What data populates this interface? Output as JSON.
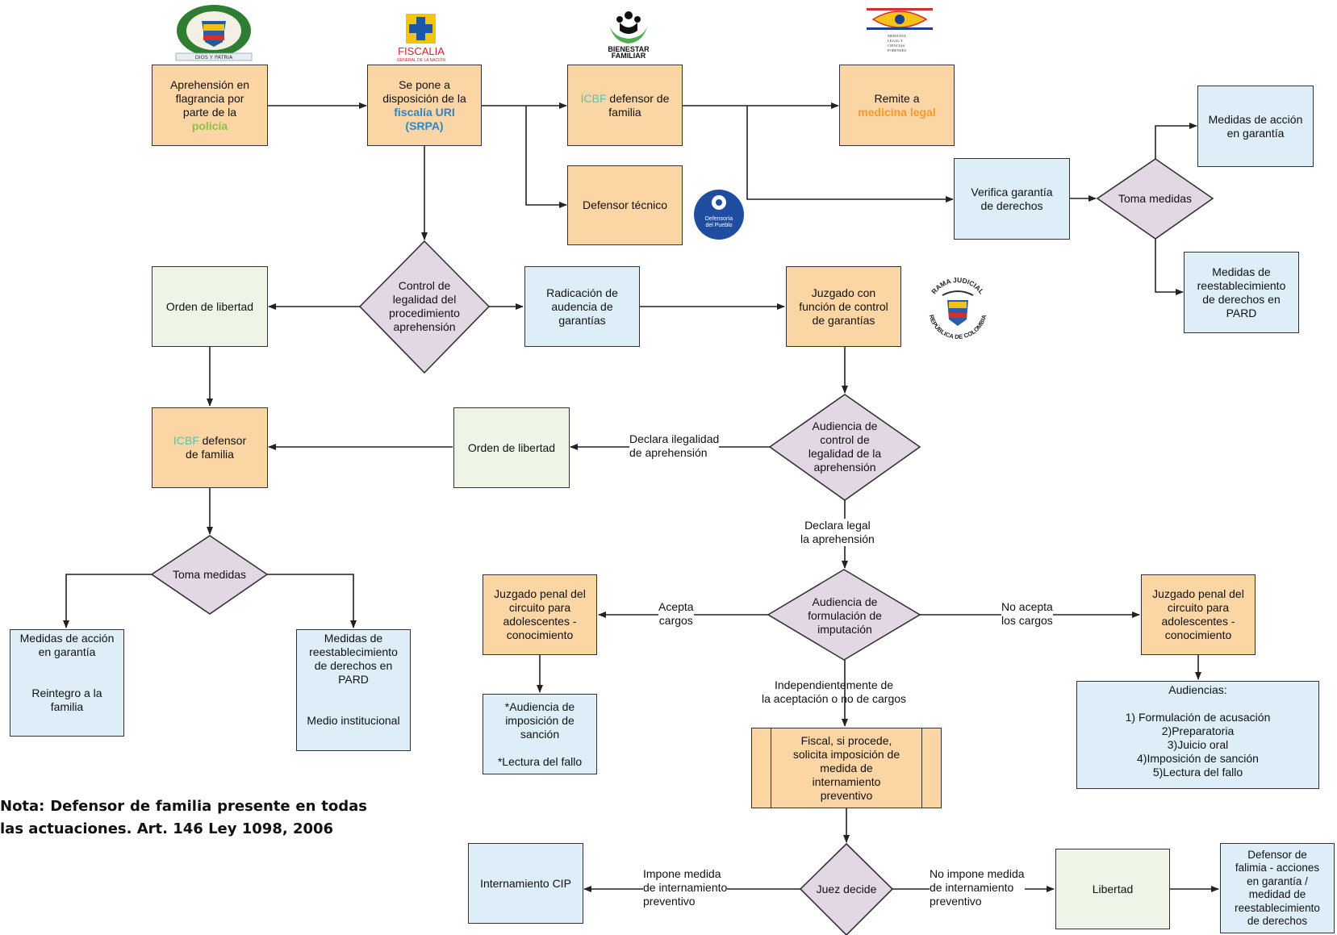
{
  "nodes": {
    "aprehension": {
      "line1": "Aprehensión en",
      "line2": "flagrancia por",
      "line3": "parte de la",
      "highlight": "policía"
    },
    "fiscalia": {
      "line1": "Se pone a",
      "line2": "disposición de la",
      "highlight1": "fiscalía URI",
      "highlight2": "(SRPA)"
    },
    "icbf_top": {
      "prefix": "ICBF",
      "text1": " defensor de",
      "text2": "familia"
    },
    "medicina": {
      "line1": "Remite a",
      "highlight": "medicina legal"
    },
    "defensor_tecnico": {
      "label": "Defensor técnico"
    },
    "verifica": {
      "line1": "Verifica garantía",
      "line2": "de derechos"
    },
    "toma_medidas_top": {
      "label": "Toma medidas"
    },
    "medidas_accion_top": {
      "line1": "Medidas de acción",
      "line2": "en garantía"
    },
    "medidas_reest_top": {
      "line1": "Medidas de",
      "line2": "reestablecimiento",
      "line3": "de derechos en",
      "line4": "PARD"
    },
    "orden_libertad_1": {
      "label": "Orden de libertad"
    },
    "control_legalidad": {
      "line1": "Control de",
      "line2": "legalidad del",
      "line3": "procedimiento",
      "line4": "aprehensión"
    },
    "radicacion": {
      "line1": "Radicación de",
      "line2": "audencia de",
      "line3": "garantías"
    },
    "juzgado_control": {
      "line1": "Juzgado con",
      "line2": "función de control",
      "line3": "de garantías"
    },
    "icbf_left": {
      "prefix": "ICBF",
      "text1": " defensor",
      "text2": "de familia"
    },
    "orden_libertad_2": {
      "label": "Orden de libertad"
    },
    "audiencia_control": {
      "line1": "Audiencia de",
      "line2": "control de",
      "line3": "legalidad de la",
      "line4": "aprehensión"
    },
    "toma_medidas_left": {
      "label": "Toma medidas"
    },
    "medidas_accion_left": {
      "line1": "Medidas de acción",
      "line2": "en garantía",
      "line3": "Reintegro a la",
      "line4": "familia"
    },
    "medidas_reest_left": {
      "line1": "Medidas de",
      "line2": "reestablecimiento",
      "line3": "de derechos en",
      "line4": "PARD",
      "line5": "Medio institucional"
    },
    "juzgado_penal_left": {
      "line1": "Juzgado penal del",
      "line2": "circuito para",
      "line3": "adolescentes -",
      "line4": "conocimiento"
    },
    "audiencia_formulacion": {
      "line1": "Audiencia de",
      "line2": "formulación de",
      "line3": "imputación"
    },
    "juzgado_penal_right": {
      "line1": "Juzgado penal del",
      "line2": "circuito para",
      "line3": "adolescentes -",
      "line4": "conocimiento"
    },
    "audiencia_imposicion": {
      "line1": "*Audiencia de",
      "line2": "imposición de",
      "line3": "sanción",
      "line4": "*Lectura del fallo"
    },
    "audiencias_list": {
      "title": "Audiencias:",
      "item1": "1) Formulación de acusación",
      "item2": "2)Preparatoria",
      "item3": "3)Juicio oral",
      "item4": "4)Imposición de sanción",
      "item5": "5)Lectura del fallo"
    },
    "fiscal_solicita": {
      "line1": "Fiscal, si procede,",
      "line2": "solicita imposición de",
      "line3": "medida de",
      "line4": "internamiento",
      "line5": "preventivo"
    },
    "internamiento": {
      "label": "Internamiento CIP"
    },
    "juez_decide": {
      "label": "Juez decide"
    },
    "libertad": {
      "label": "Libertad"
    },
    "defensor_familia_final": {
      "line1": "Defensor de",
      "line2": "falimia - acciones",
      "line3": "en garantía /",
      "line4": "medidad de",
      "line5": "reestablecimiento",
      "line6": "de derechos"
    }
  },
  "edge_labels": {
    "declara_ilegalidad": {
      "line1": "Declara ilegalidad",
      "line2": "de aprehensión"
    },
    "declara_legal": {
      "line1": "Declara legal",
      "line2": "la aprehensión"
    },
    "acepta": {
      "line1": "Acepta",
      "line2": "cargos"
    },
    "no_acepta": {
      "line1": "No acepta",
      "line2": "los cargos"
    },
    "independiente": {
      "line1": "Independientemente de",
      "line2": "la aceptación o no de cargos"
    },
    "impone": {
      "line1": "Impone medida",
      "line2": "de internamiento",
      "line3": "preventivo"
    },
    "no_impone": {
      "line1": "No impone medida",
      "line2": "de internamiento",
      "line3": "preventivo"
    }
  },
  "logos": {
    "policia": {
      "caption": "DIOS Y PATRIA"
    },
    "fiscalia": {
      "name": "FISCALIA",
      "sub": "GENERAL DE LA NACIÓN"
    },
    "bienestar": {
      "name1": "BIENESTAR",
      "name2": "FAMILIAR"
    },
    "medicina": {
      "line1": "MEDICINA",
      "line2": "LEGAL Y",
      "line3": "CIENCIAS",
      "line4": "FORENSES"
    },
    "defensoria": {
      "line1": "Defensoría",
      "line2": "del Pueblo"
    },
    "rama": {
      "top": "RAMA JUDICIAL",
      "bottom": "REPÚBLICA DE COLOMBIA"
    }
  },
  "note": {
    "text": "Nota: Defensor de familia presente en todas las actuaciones. Art. 146 Ley 1098, 2006"
  },
  "colors": {
    "orange": "#fcd5a5",
    "blue": "#ddeef8",
    "green": "#eef5e6",
    "diamond": "#e3d7e6",
    "policia": "#8dbf4a",
    "fiscalia": "#2f86c6",
    "icbf": "#5fbfae",
    "medicina": "#f39a2c"
  }
}
